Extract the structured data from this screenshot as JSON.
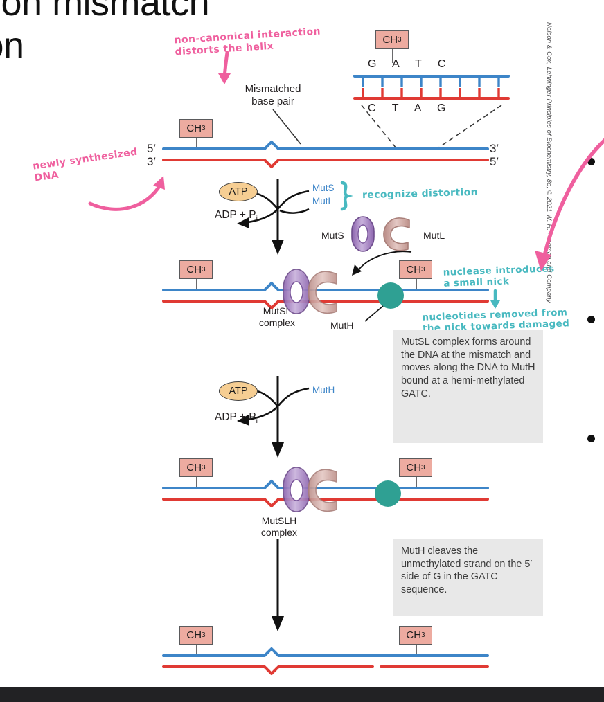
{
  "slide": {
    "title_line1": "…tion mismatch",
    "title_line2": "…on",
    "credit": "Nelson & Cox, Lehninger Principles of Biochemistry, 8e, © 2021 W. H. Freeman and Company"
  },
  "colors": {
    "strand_blue": "#3d85c8",
    "strand_red": "#e03a34",
    "methyl_box": "#edaba0",
    "atp_oval": "#f6ce93",
    "muts_purple": "#9a76bb",
    "mutl_mauve": "#c9a09a",
    "muth_teal": "#2fa093",
    "annotation_pink": "#ef5f9e",
    "annotation_teal": "#48b9c0",
    "callout_bg": "#e8e8e8",
    "bottom_bar": "#222224"
  },
  "handwritten_notes": [
    {
      "id": "note-noncanonical",
      "color": "pink",
      "text": "non-canonical interaction\n      distorts the helix"
    },
    {
      "id": "note-newly-synth",
      "color": "pink",
      "text": "newly synthesized\n DNA"
    },
    {
      "id": "note-recognize",
      "color": "teal",
      "text": "recognize distortion"
    },
    {
      "id": "note-nuclease",
      "color": "teal",
      "text": "nuclease introduces\n   a small nick"
    },
    {
      "id": "note-removed",
      "color": "teal",
      "text": "nucleotides removed from\n the nick towards damaged\n          base"
    }
  ],
  "diagram": {
    "methyl_label": "CH",
    "methyl_sub": "3",
    "mismatch_label_line1": "Mismatched",
    "mismatch_label_line2": "base pair",
    "gatc_top": [
      "G",
      "A",
      "T",
      "C"
    ],
    "gatc_bottom": [
      "C",
      "T",
      "A",
      "G"
    ],
    "prime_5_left": "5′",
    "prime_3_left": "3′",
    "prime_3_right": "3′",
    "prime_5_right": "5′",
    "atp_label": "ATP",
    "adp_label": "ADP + P",
    "adp_sub": "i",
    "step1_reactant_1": "MutS",
    "step1_reactant_2": "MutL",
    "muts_label": "MutS",
    "mutl_label": "MutL",
    "mutsl_complex_line1": "MutSL",
    "mutsl_complex_line2": "complex",
    "muth_label": "MutH",
    "step2_reactant": "MutH",
    "mutslh_complex_line1": "MutSLH",
    "mutslh_complex_line2": "complex"
  },
  "callouts": [
    {
      "id": "callout-mutsl",
      "text": "MutSL complex forms around the DNA at the mismatch and moves along the DNA to MutH bound at a hemi-methylated GATC."
    },
    {
      "id": "callout-muth",
      "text": "MutH cleaves the unmethylated strand on the 5′ side of G in the GATC sequence."
    }
  ],
  "bullets": [
    {
      "id": "bullet-1"
    },
    {
      "id": "bullet-2"
    },
    {
      "id": "bullet-3"
    }
  ]
}
